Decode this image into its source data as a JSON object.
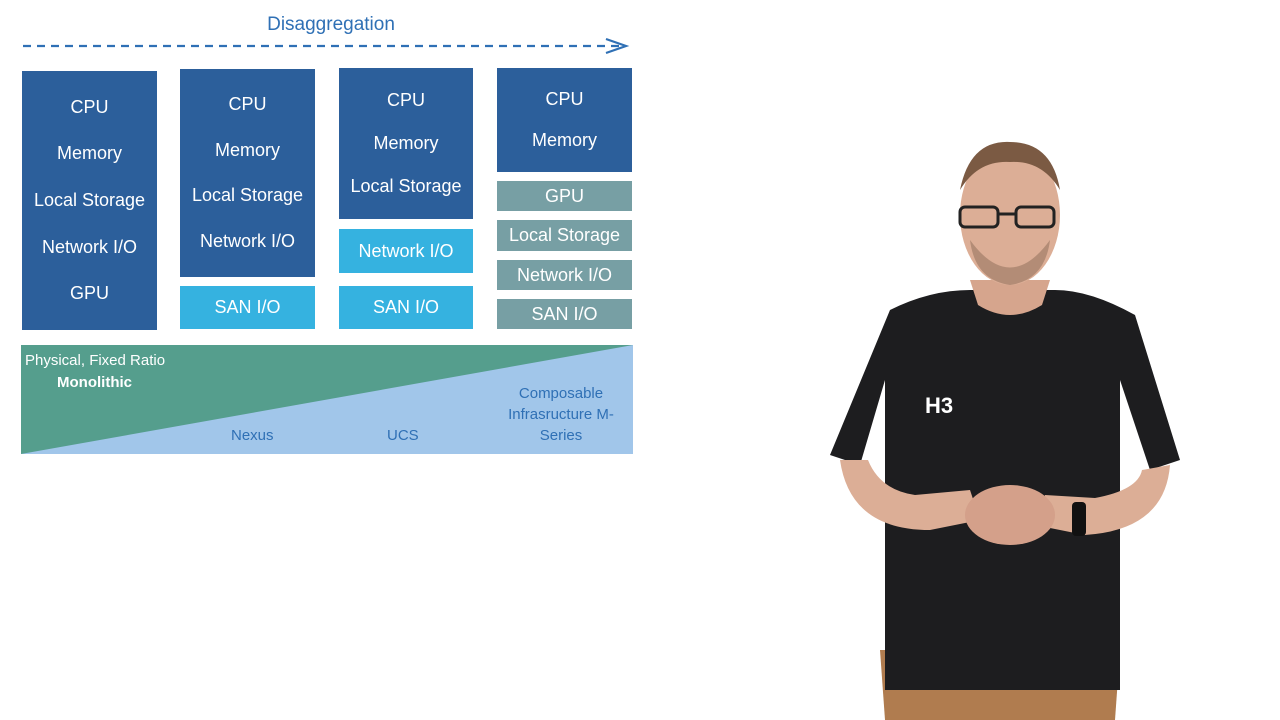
{
  "diagram": {
    "title": "Disaggregation",
    "colors": {
      "dark_block": "#2c5f9b",
      "light_block": "#35b2e0",
      "teal_block": "#779fa4",
      "scale_green": "#559e8d",
      "scale_blue": "#a1c6ea",
      "accent_text": "#2f70b5"
    },
    "columns": [
      {
        "blocks": [
          "CPU",
          "Memory",
          "Local Storage",
          "Network I/O",
          "GPU"
        ]
      },
      {
        "blocks": [
          "CPU",
          "Memory",
          "Local Storage",
          "Network I/O"
        ],
        "extra": [
          "SAN I/O"
        ]
      },
      {
        "blocks": [
          "CPU",
          "Memory",
          "Local Storage"
        ],
        "extra": [
          "Network I/O",
          "SAN I/O"
        ]
      },
      {
        "blocks": [
          "CPU",
          "Memory"
        ],
        "extra": [
          "GPU",
          "Local Storage",
          "Network I/O",
          "SAN I/O"
        ]
      }
    ],
    "scale": {
      "left_line1": "Physical, Fixed Ratio",
      "left_line2": "Monolithic",
      "labels": [
        "Nexus",
        "UCS"
      ],
      "right_label": "Composable Infrasructure M-Series"
    }
  },
  "presenter": {
    "shirt_logo": "H3"
  }
}
